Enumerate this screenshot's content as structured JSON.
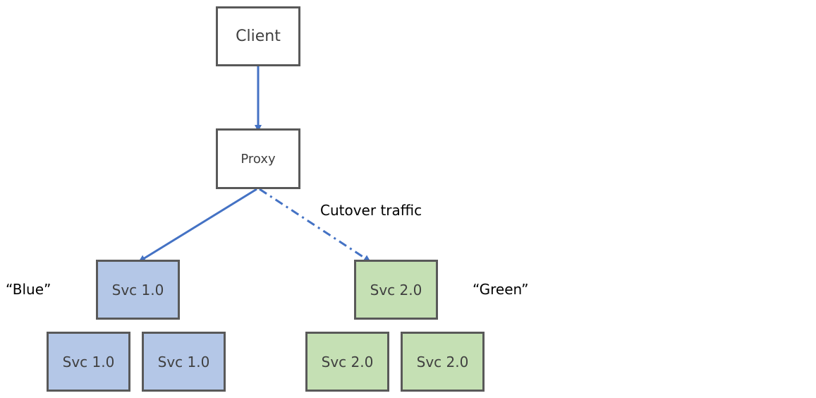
{
  "colors": {
    "edge": "#4472c4",
    "node_border": "#595959",
    "blue_fill": "#b4c7e7",
    "green_fill": "#c5e0b4"
  },
  "nodes": {
    "client": "Client",
    "proxy": "Proxy",
    "blue_primary": "Svc 1.0",
    "blue_replica_1": "Svc 1.0",
    "blue_replica_2": "Svc 1.0",
    "green_primary": "Svc 2.0",
    "green_replica_1": "Svc 2.0",
    "green_replica_2": "Svc 2.0"
  },
  "labels": {
    "blue": "“Blue”",
    "green": "“Green”",
    "cutover": "Cutover traffic"
  },
  "edges": [
    {
      "from": "client",
      "to": "proxy",
      "style": "solid"
    },
    {
      "from": "proxy",
      "to": "blue_primary",
      "style": "solid"
    },
    {
      "from": "proxy",
      "to": "green_primary",
      "style": "dash-dot",
      "label": "Cutover traffic"
    }
  ]
}
